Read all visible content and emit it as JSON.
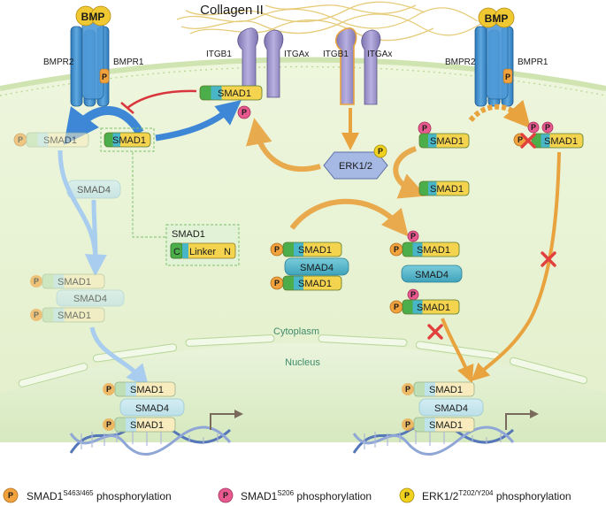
{
  "title": "Collagen II",
  "labels": {
    "bmp": "BMP",
    "bmpr2": "BMPR2",
    "bmpr1": "BMPR1",
    "itgb1": "ITGB1",
    "itgax": "ITGAx",
    "erk": "ERK1/2",
    "smad1": "SMAD1",
    "smad4": "SMAD4",
    "c": "C",
    "linker": "Linker",
    "n": "N",
    "p": "P",
    "cytoplasm": "Cytoplasm",
    "nucleus": "Nucleus"
  },
  "legend": [
    {
      "badge": "P",
      "text": "SMAD1",
      "sup": "S463/465",
      "suffix": " phosphorylation",
      "color": "#f2a23c"
    },
    {
      "badge": "P",
      "text": "SMAD1",
      "sup": "S206",
      "suffix": " phosphorylation",
      "color": "#e85a8f"
    },
    {
      "badge": "P",
      "text": "ERK1/2",
      "sup": "T202/Y204",
      "suffix": " phosphorylation",
      "color": "#f0d21e"
    }
  ],
  "colors": {
    "orange_p": "#f2a23c",
    "pink_p": "#e85a8f",
    "yellow_p": "#f0d21e",
    "blue_arrow": "#4a90d9",
    "orange_arrow": "#e8a33f",
    "inhibit": "#d9363e",
    "cross": "#e2403c"
  }
}
